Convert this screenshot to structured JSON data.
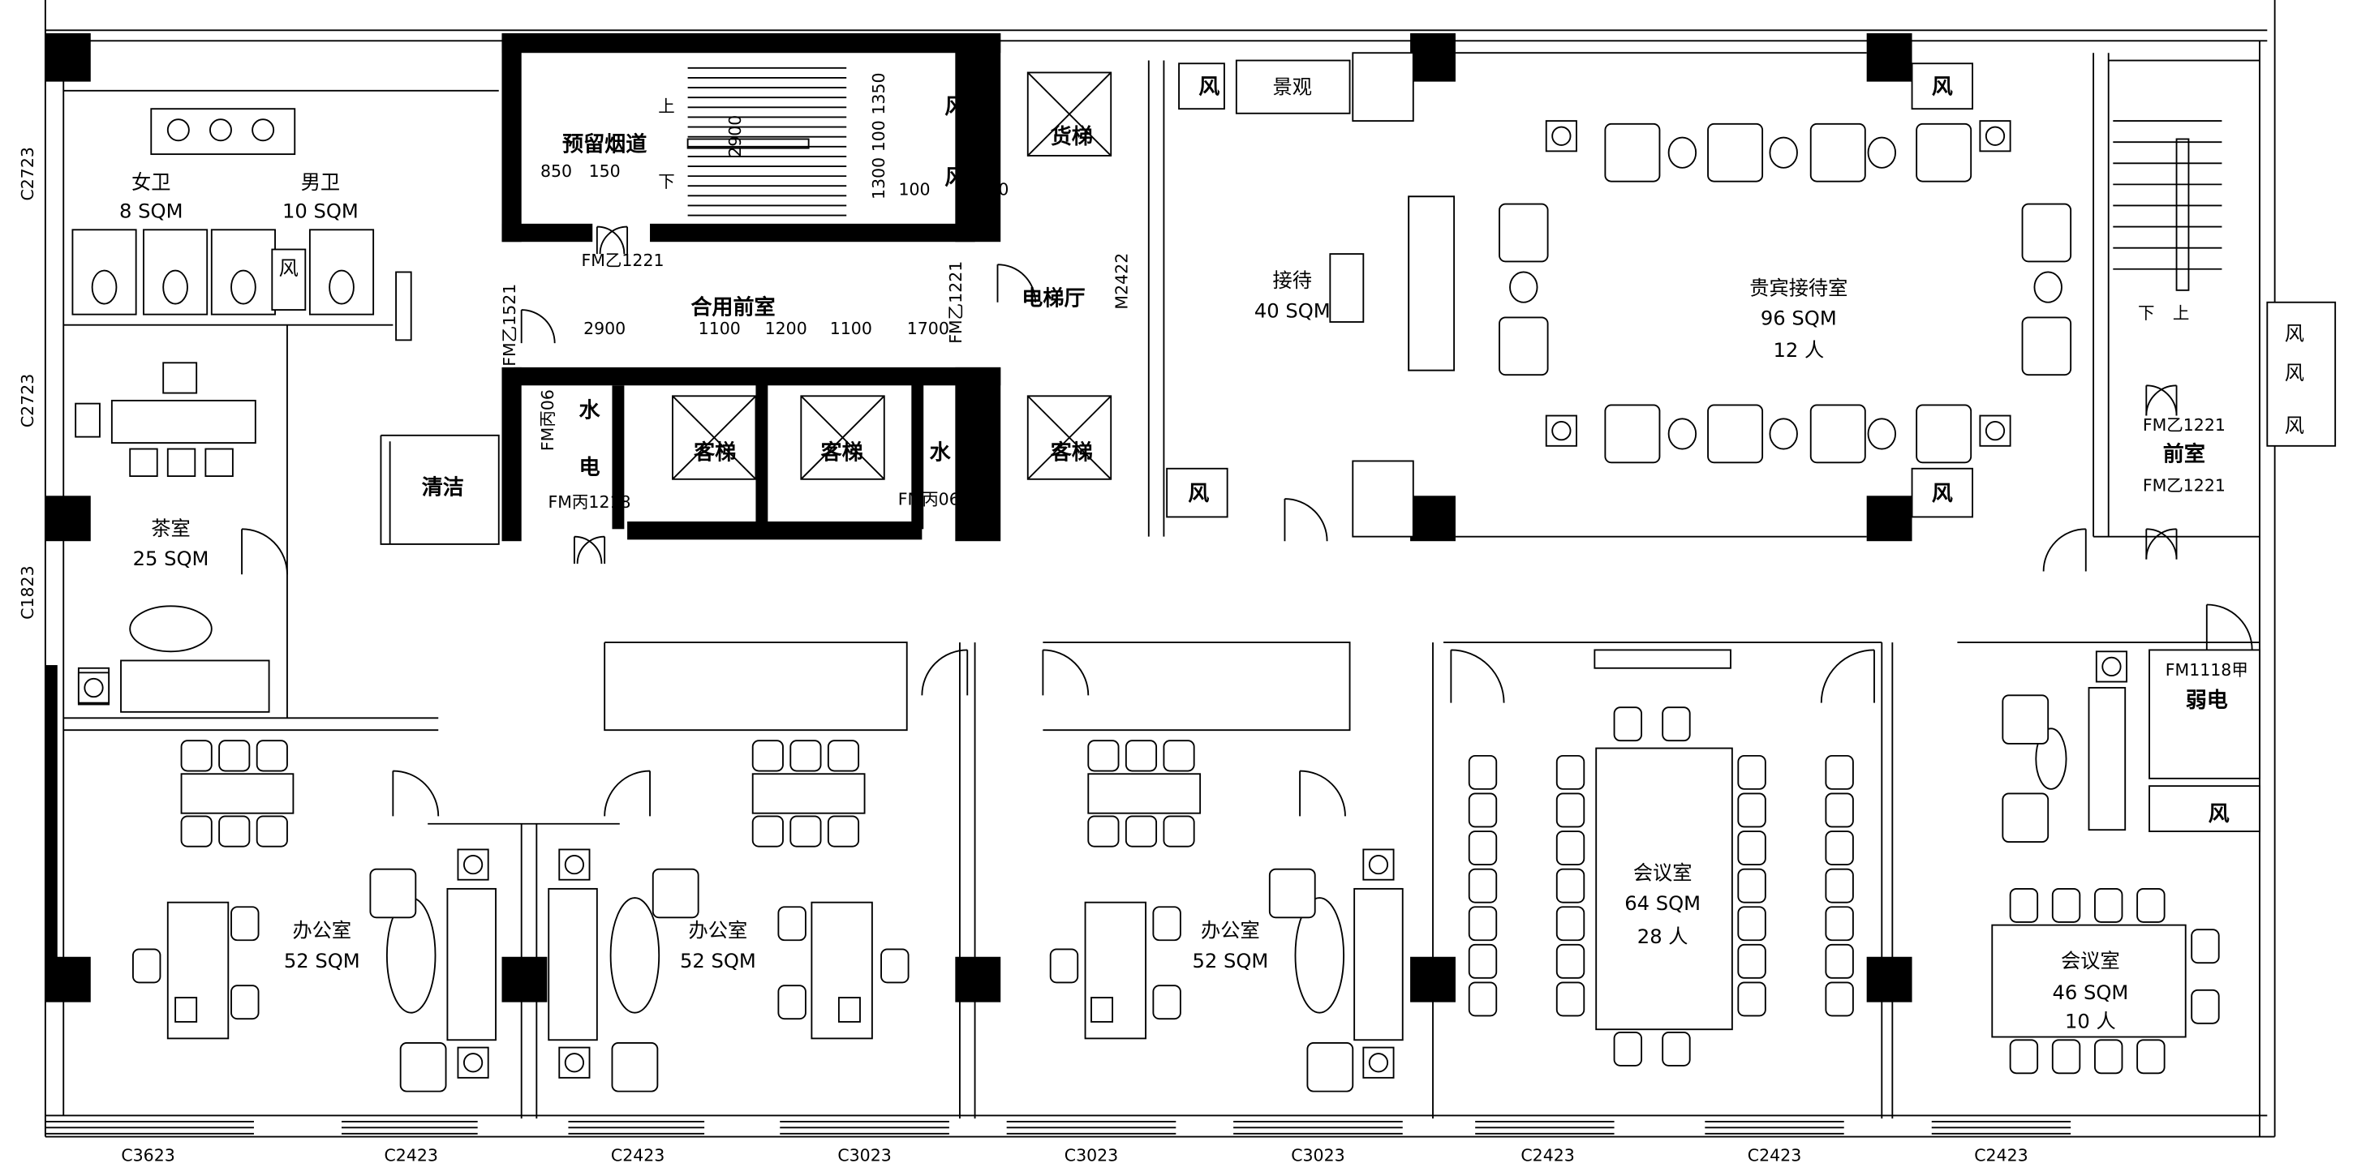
{
  "plan": {
    "window_codes_left": [
      "C2723",
      "C2723",
      "C1823"
    ],
    "window_codes_bottom": [
      "C3623",
      "C2423",
      "C2423",
      "C3023",
      "C3023",
      "C3023",
      "C2423",
      "C2423",
      "C2423"
    ],
    "rooms": {
      "female_wc": {
        "name": "女卫",
        "area": "8 SQM"
      },
      "male_wc": {
        "name": "男卫",
        "area": "10 SQM"
      },
      "tea_room": {
        "name": "茶室",
        "area": "25 SQM"
      },
      "cleaning": {
        "name": "清洁"
      },
      "flue": {
        "name": "预留烟道",
        "dim_a": "850",
        "dim_b": "150"
      },
      "shared_lobby": {
        "name": "合用前室",
        "dims": [
          "2900",
          "1100",
          "1200",
          "1100",
          "1700"
        ]
      },
      "elevator_hall": {
        "name": "电梯厅",
        "door": "M2422"
      },
      "reception": {
        "name": "接待",
        "area": "40 SQM"
      },
      "vip_reception": {
        "name": "贵宾接待室",
        "area": "96 SQM",
        "capacity": "12 人"
      },
      "landscape": {
        "name": "景观"
      },
      "anteroom": {
        "name": "前室",
        "door_top": "FM乙1221",
        "door_bottom": "FM乙1221"
      },
      "weak_current": {
        "name": "弱电",
        "door": "FM1118甲"
      },
      "office_1": {
        "name": "办公室",
        "area": "52 SQM"
      },
      "office_2": {
        "name": "办公室",
        "area": "52 SQM"
      },
      "office_3": {
        "name": "办公室",
        "area": "52 SQM"
      },
      "meeting_large": {
        "name": "会议室",
        "area": "64 SQM",
        "capacity": "28 人"
      },
      "meeting_small": {
        "name": "会议室",
        "area": "46 SQM",
        "capacity": "10 人"
      }
    },
    "shafts": {
      "vent": "风",
      "water": "水",
      "electric": "电",
      "passenger_lift": "客梯",
      "freight_lift": "货梯"
    },
    "stair": {
      "up": "上",
      "down": "下",
      "dim_run": "2900",
      "dim_stack": "1300 100 1350",
      "dim_100a": "100",
      "dim_100b": "100"
    },
    "doors": {
      "stair_door": "FM乙1221",
      "lobby_left": "FM乙1521",
      "lobby_right": "FM乙1221",
      "water_door": "FM丙06",
      "electric_door": "FM丙1218",
      "water_door_2": "FM丙061"
    }
  }
}
